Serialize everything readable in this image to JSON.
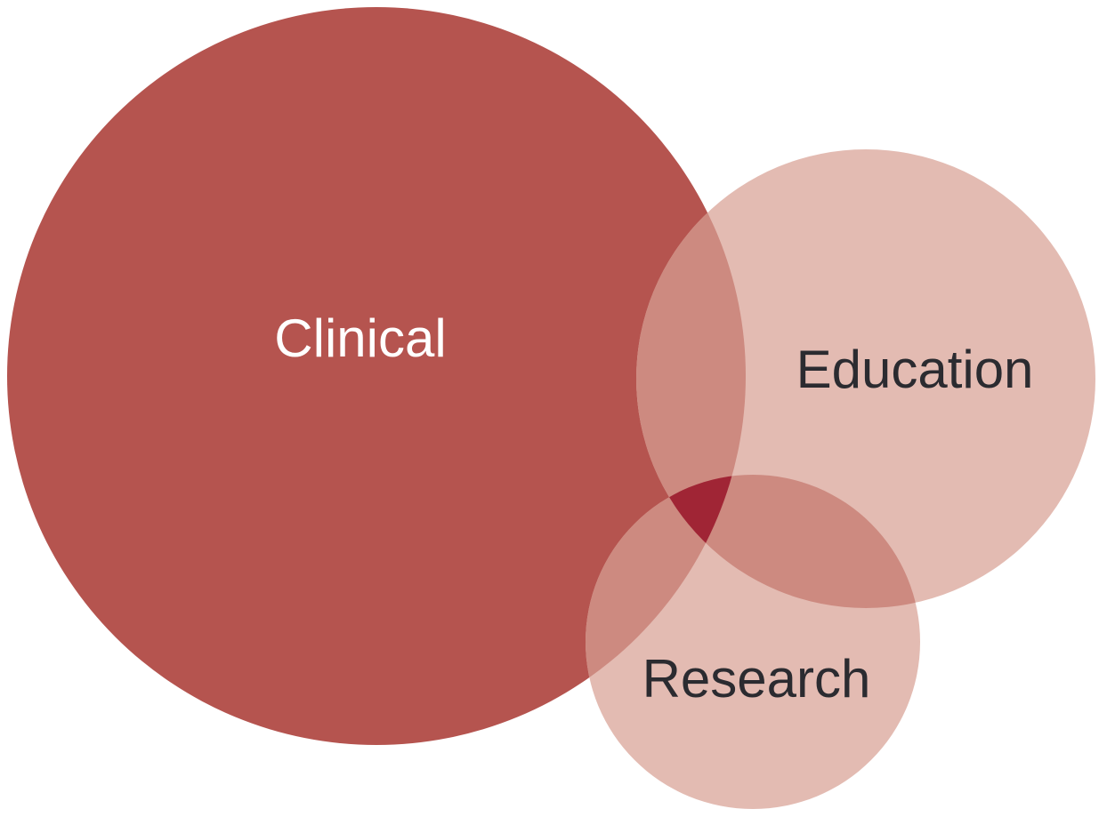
{
  "diagram": {
    "sets": [
      {
        "id": "clinical",
        "label": "Clinical",
        "fill": "#b5544f",
        "label_color": "#ffffff"
      },
      {
        "id": "education",
        "label": "Education",
        "fill": "#e3bbb2",
        "label_color": "#2b2b30"
      },
      {
        "id": "research",
        "label": "Research",
        "fill": "#e3bbb2",
        "label_color": "#2b2b30"
      }
    ],
    "overlap_colors": {
      "clinical_education": "#cd8a80",
      "clinical_research": "#cd8a80",
      "education_research": "#cd8a80",
      "all_three": "#a02535"
    }
  }
}
